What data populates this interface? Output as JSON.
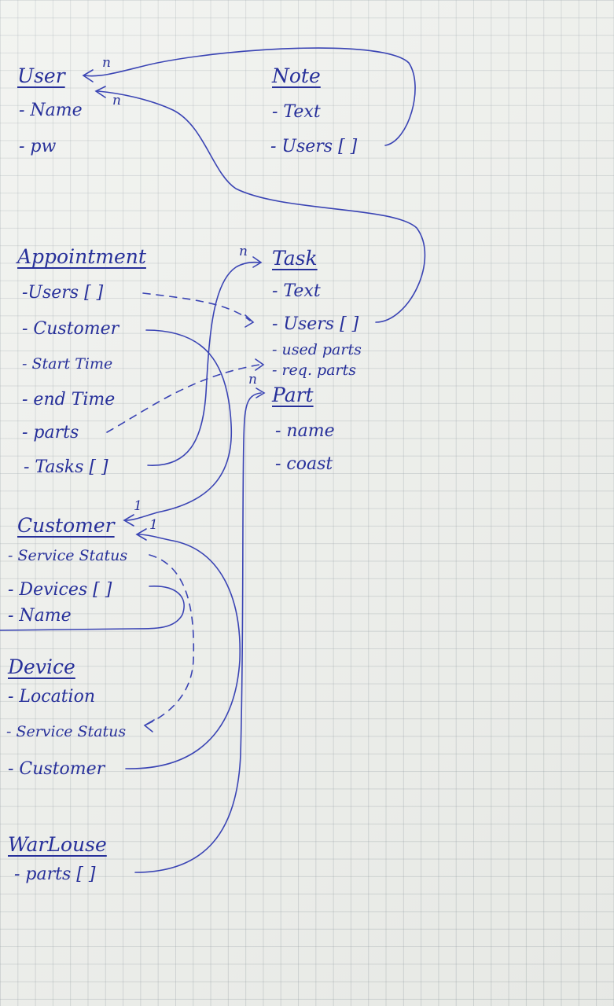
{
  "entities": {
    "user": {
      "title": "User",
      "fields": [
        "- Name",
        "- pw"
      ]
    },
    "note": {
      "title": "Note",
      "fields": [
        "- Text",
        "- Users [ ]"
      ]
    },
    "appointment": {
      "title": "Appointment",
      "fields": [
        "-Users [ ]",
        "- Customer",
        "- Start Time",
        "- end Time",
        "- parts",
        "- Tasks [ ]"
      ]
    },
    "task": {
      "title": "Task",
      "fields": [
        "- Text",
        "- Users [ ]",
        "- used parts",
        "- req. parts"
      ]
    },
    "part": {
      "title": "Part",
      "fields": [
        "- name",
        "- coast"
      ]
    },
    "customer": {
      "title": "Customer",
      "fields": [
        "- Service Status",
        "- Devices [ ]",
        "- Name"
      ]
    },
    "device": {
      "title": "Device",
      "fields": [
        "- Location",
        "- Service Status",
        "- Customer"
      ]
    },
    "warehouse": {
      "title": "WarLouse",
      "fields": [
        "- parts [ ]"
      ]
    }
  },
  "multiplicities": {
    "user_note": "n",
    "user_task": "n",
    "task_appointment": "n",
    "part_task": "n",
    "customer_appointment": "1",
    "customer_device": "1"
  },
  "colors": {
    "ink": "#27309a",
    "paper": "#eef0ec",
    "grid": "#9aa3a8"
  }
}
